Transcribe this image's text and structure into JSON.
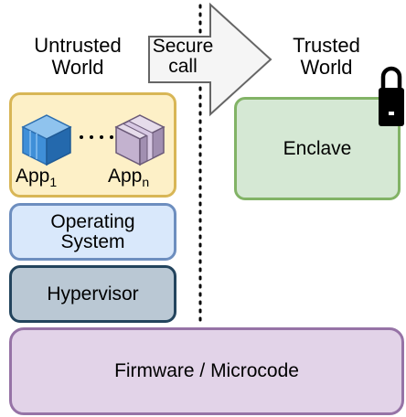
{
  "colors": {
    "apps_fill": "#fdf0c7",
    "apps_border": "#d8b656",
    "os_fill": "#d9e8fb",
    "os_border": "#6d8ebf",
    "hyp_fill": "#bac8d4",
    "hyp_border": "#23445d",
    "fw_fill": "#e2d3e8",
    "fw_border": "#9673a6",
    "enclave_fill": "#d5e8d4",
    "enclave_border": "#82b366",
    "arrow_fill": "#f5f5f5",
    "arrow_border": "#666666"
  },
  "labels": {
    "untrusted_line1": "Untrusted",
    "untrusted_line2": "World",
    "trusted_line1": "Trusted",
    "trusted_line2": "World",
    "secure_line1": "Secure",
    "secure_line2": "call",
    "enclave": "Enclave",
    "os_line1": "Operating",
    "os_line2": "System",
    "hypervisor": "Hypervisor",
    "firmware": "Firmware / Microcode",
    "app1_base": "App",
    "app1_sub": "1",
    "appn_base": "App",
    "appn_sub": "n"
  },
  "icons": [
    "blue-cube-icon",
    "purple-cube-icon",
    "padlock-icon"
  ]
}
